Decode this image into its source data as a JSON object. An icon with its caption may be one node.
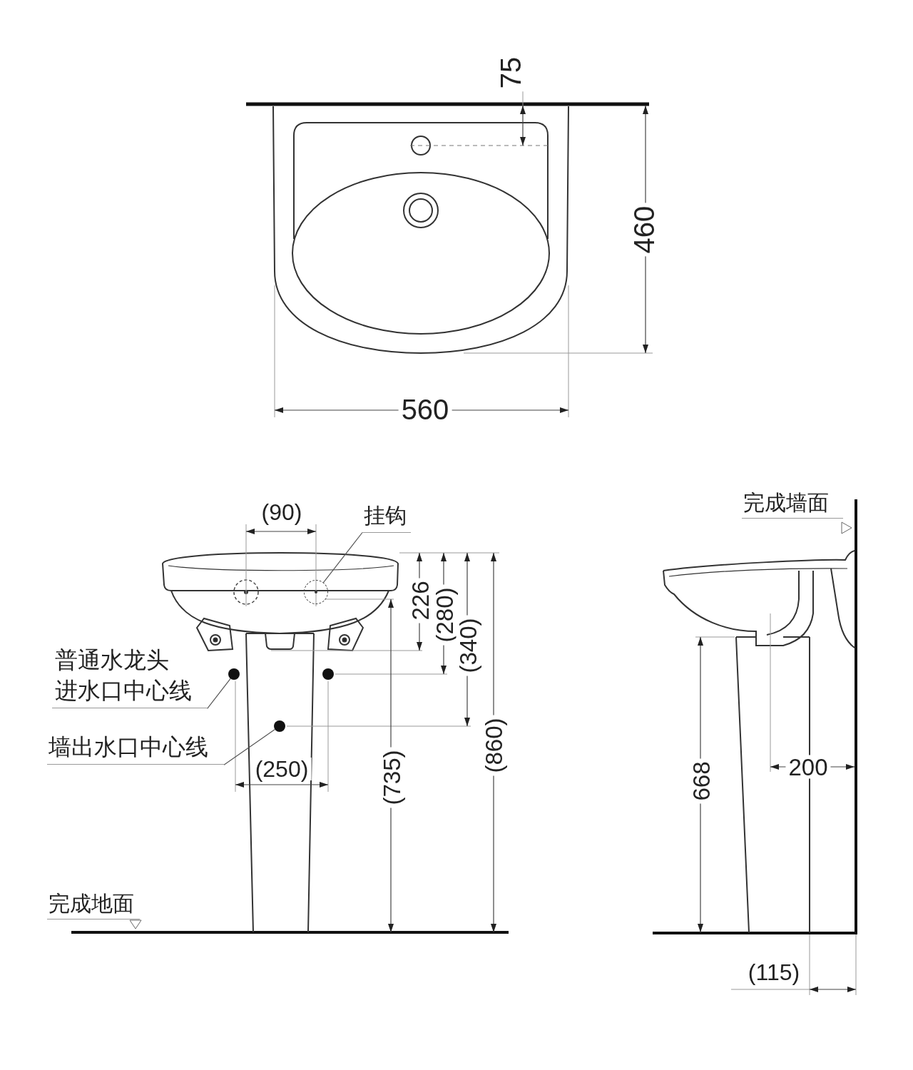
{
  "diagram": {
    "nodes": [
      {
        "text": [
          "挂钩"
        ]
      },
      {
        "text": [],
        "shape": "circle"
      },
      {
        "text": [
          "普通水龙头进水口中心线"
        ]
      },
      {
        "text": [],
        "shape": "circle"
      },
      {
        "text": [
          "墙出水口中心线"
        ]
      },
      {
        "text": [],
        "shape": "circle"
      }
    ],
    "edges": [
      {
        "from": 0,
        "to": 1,
        "arrow": "none"
      },
      {
        "from": 2,
        "to": 3,
        "arrow": "none"
      },
      {
        "from": 4,
        "to": 5,
        "arrow": "none"
      }
    ],
    "labels": [
      "75",
      "460",
      "560",
      "(90)",
      "226",
      "(280)",
      "(340)",
      "(860)",
      "(735)",
      "(250)",
      "完成地面",
      "完成墙面",
      "200",
      "668",
      "(115)"
    ]
  }
}
